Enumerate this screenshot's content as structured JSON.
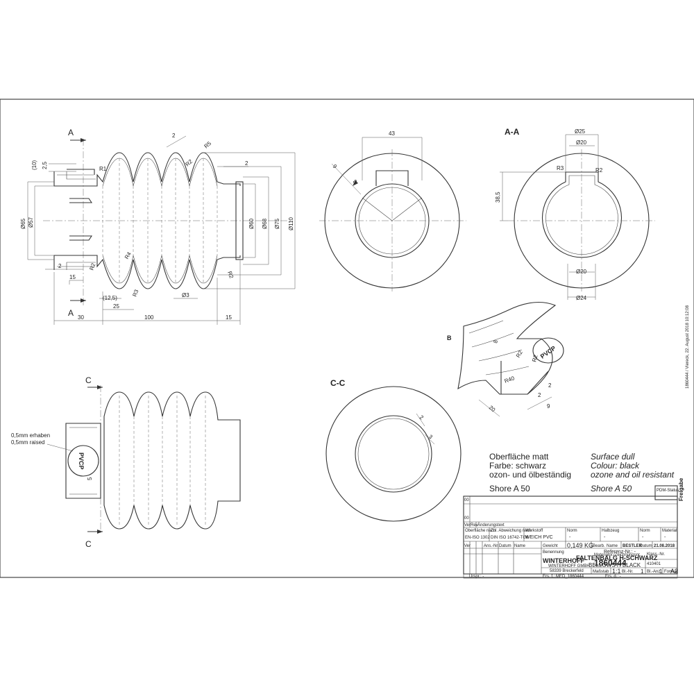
{
  "sections": {
    "a": "A",
    "a_a": "A-A",
    "b": "B",
    "c": "C",
    "c_c": "C-C"
  },
  "dims_front": {
    "d10": "(10)",
    "d2_5": "2,5",
    "d65": "Ø65",
    "d57": "Ø57",
    "d2a": "2",
    "d15a": "15",
    "d2top": "2",
    "r5": "R5",
    "r2a": "R2",
    "r1": "R1",
    "d2right": "2",
    "d60": "Ø60",
    "d68": "Ø68",
    "d75": "Ø75",
    "d110": "Ø110",
    "r4": "R4",
    "r2b": "R2",
    "r3": "R3",
    "d3": "Ø3",
    "r2c": "R2",
    "d12_5": "(12,5)",
    "d25": "25",
    "d30": "30",
    "d100": "100",
    "d15b": "15"
  },
  "dims_end": {
    "d43": "43",
    "d9": "9",
    "d8": "8"
  },
  "dims_aa": {
    "d25": "Ø25",
    "d20top": "Ø20",
    "r3": "R3",
    "r2": "R2",
    "d38_5": "38,5",
    "d20bot": "Ø20",
    "d24": "Ø24"
  },
  "dims_b": {
    "d8": "8",
    "r2a": "R2",
    "r40": "R40",
    "r2b": "R2",
    "d2a": "2",
    "d2b": "2",
    "d20": "20",
    "d9": "9",
    "pvcp": "PVCP"
  },
  "dims_cc": {
    "d2": "2",
    "d3": "3"
  },
  "side_view": {
    "raised_de": "0,5mm erhaben",
    "raised_en": "0,5mm raised",
    "pvcp": "PVCP",
    "d5": "5"
  },
  "notes": {
    "de": [
      "Oberfläche matt",
      "Farbe: schwarz",
      "ozon- und ölbeständig",
      "Shore A 50"
    ],
    "en": [
      "Surface dull",
      "Colour: black",
      "ozone and oil resistant",
      "Shore A 50"
    ]
  },
  "title_block": {
    "rev_00a": "00",
    "rev_00b": "00",
    "ver_row": [
      "Ver",
      "Rev",
      "Änderungstext"
    ],
    "surface_hdr": "Oberfläche nach",
    "surface_val": "EN-ISO 1302",
    "tol_hdr": "Zul. Abweichung nach",
    "tol_val": "DIN ISO 16742-TG6",
    "material_hdr": "Werkstoff",
    "material_val": "WEICH PVC",
    "norm_hdr": "Norm",
    "norm_val": "-",
    "semi_hdr": "Halbzeug",
    "semi_val": "-",
    "norm2_hdr": "Norm",
    "norm2_val": "-",
    "mat2_hdr": "Material",
    "mat2_val": "-",
    "weight_hdr": "Gewicht",
    "weight_val": "0,149 KG",
    "edited_hdr": "Bearb.",
    "edited_name": "Name",
    "edited_val": "BESTLER",
    "date_hdr": "Datum",
    "date_val": "21.08.2018",
    "ref": "Referenz-Nr.: -",
    "hdr_ver": "Ver",
    "hdr_ans": "Ans.-Nr.",
    "hdr_datum": "Datum",
    "hdr_name": "Name",
    "benennung": "Benennung",
    "title_de": "FALTENBALG H-SCHWARZ",
    "title_en": "BELLOWS H BLACK",
    "logo": "WINTERHOFF",
    "company": "WINTERHOFF GMBH",
    "city": "58339 Breckerfeld",
    "drawing_hdr": "Materialnr./Zeichnungsnr.",
    "drawing_no": "1860444",
    "class_hdr": "Klass.-Nr.",
    "class_val": "410401",
    "scale_hdr": "Maßstab",
    "scale_val": "1:1",
    "sheet_hdr": "Bl.-Nr.",
    "sheet_val": "1",
    "count_hdr": "Bl.-Anz.",
    "count_val": "1",
    "format_hdr": "Format",
    "format_val": "A2",
    "ursprung": "Urspr.: -",
    "ers_fuer": "Ers. f.: MED_1860444",
    "ers_durch": "Ers. d.: -",
    "pdm_label": "PDM-Status:",
    "pdm_stamp": "Freigabe",
    "side_text": "1860444 / Viereck, 22. August 2018 10:12:08"
  }
}
